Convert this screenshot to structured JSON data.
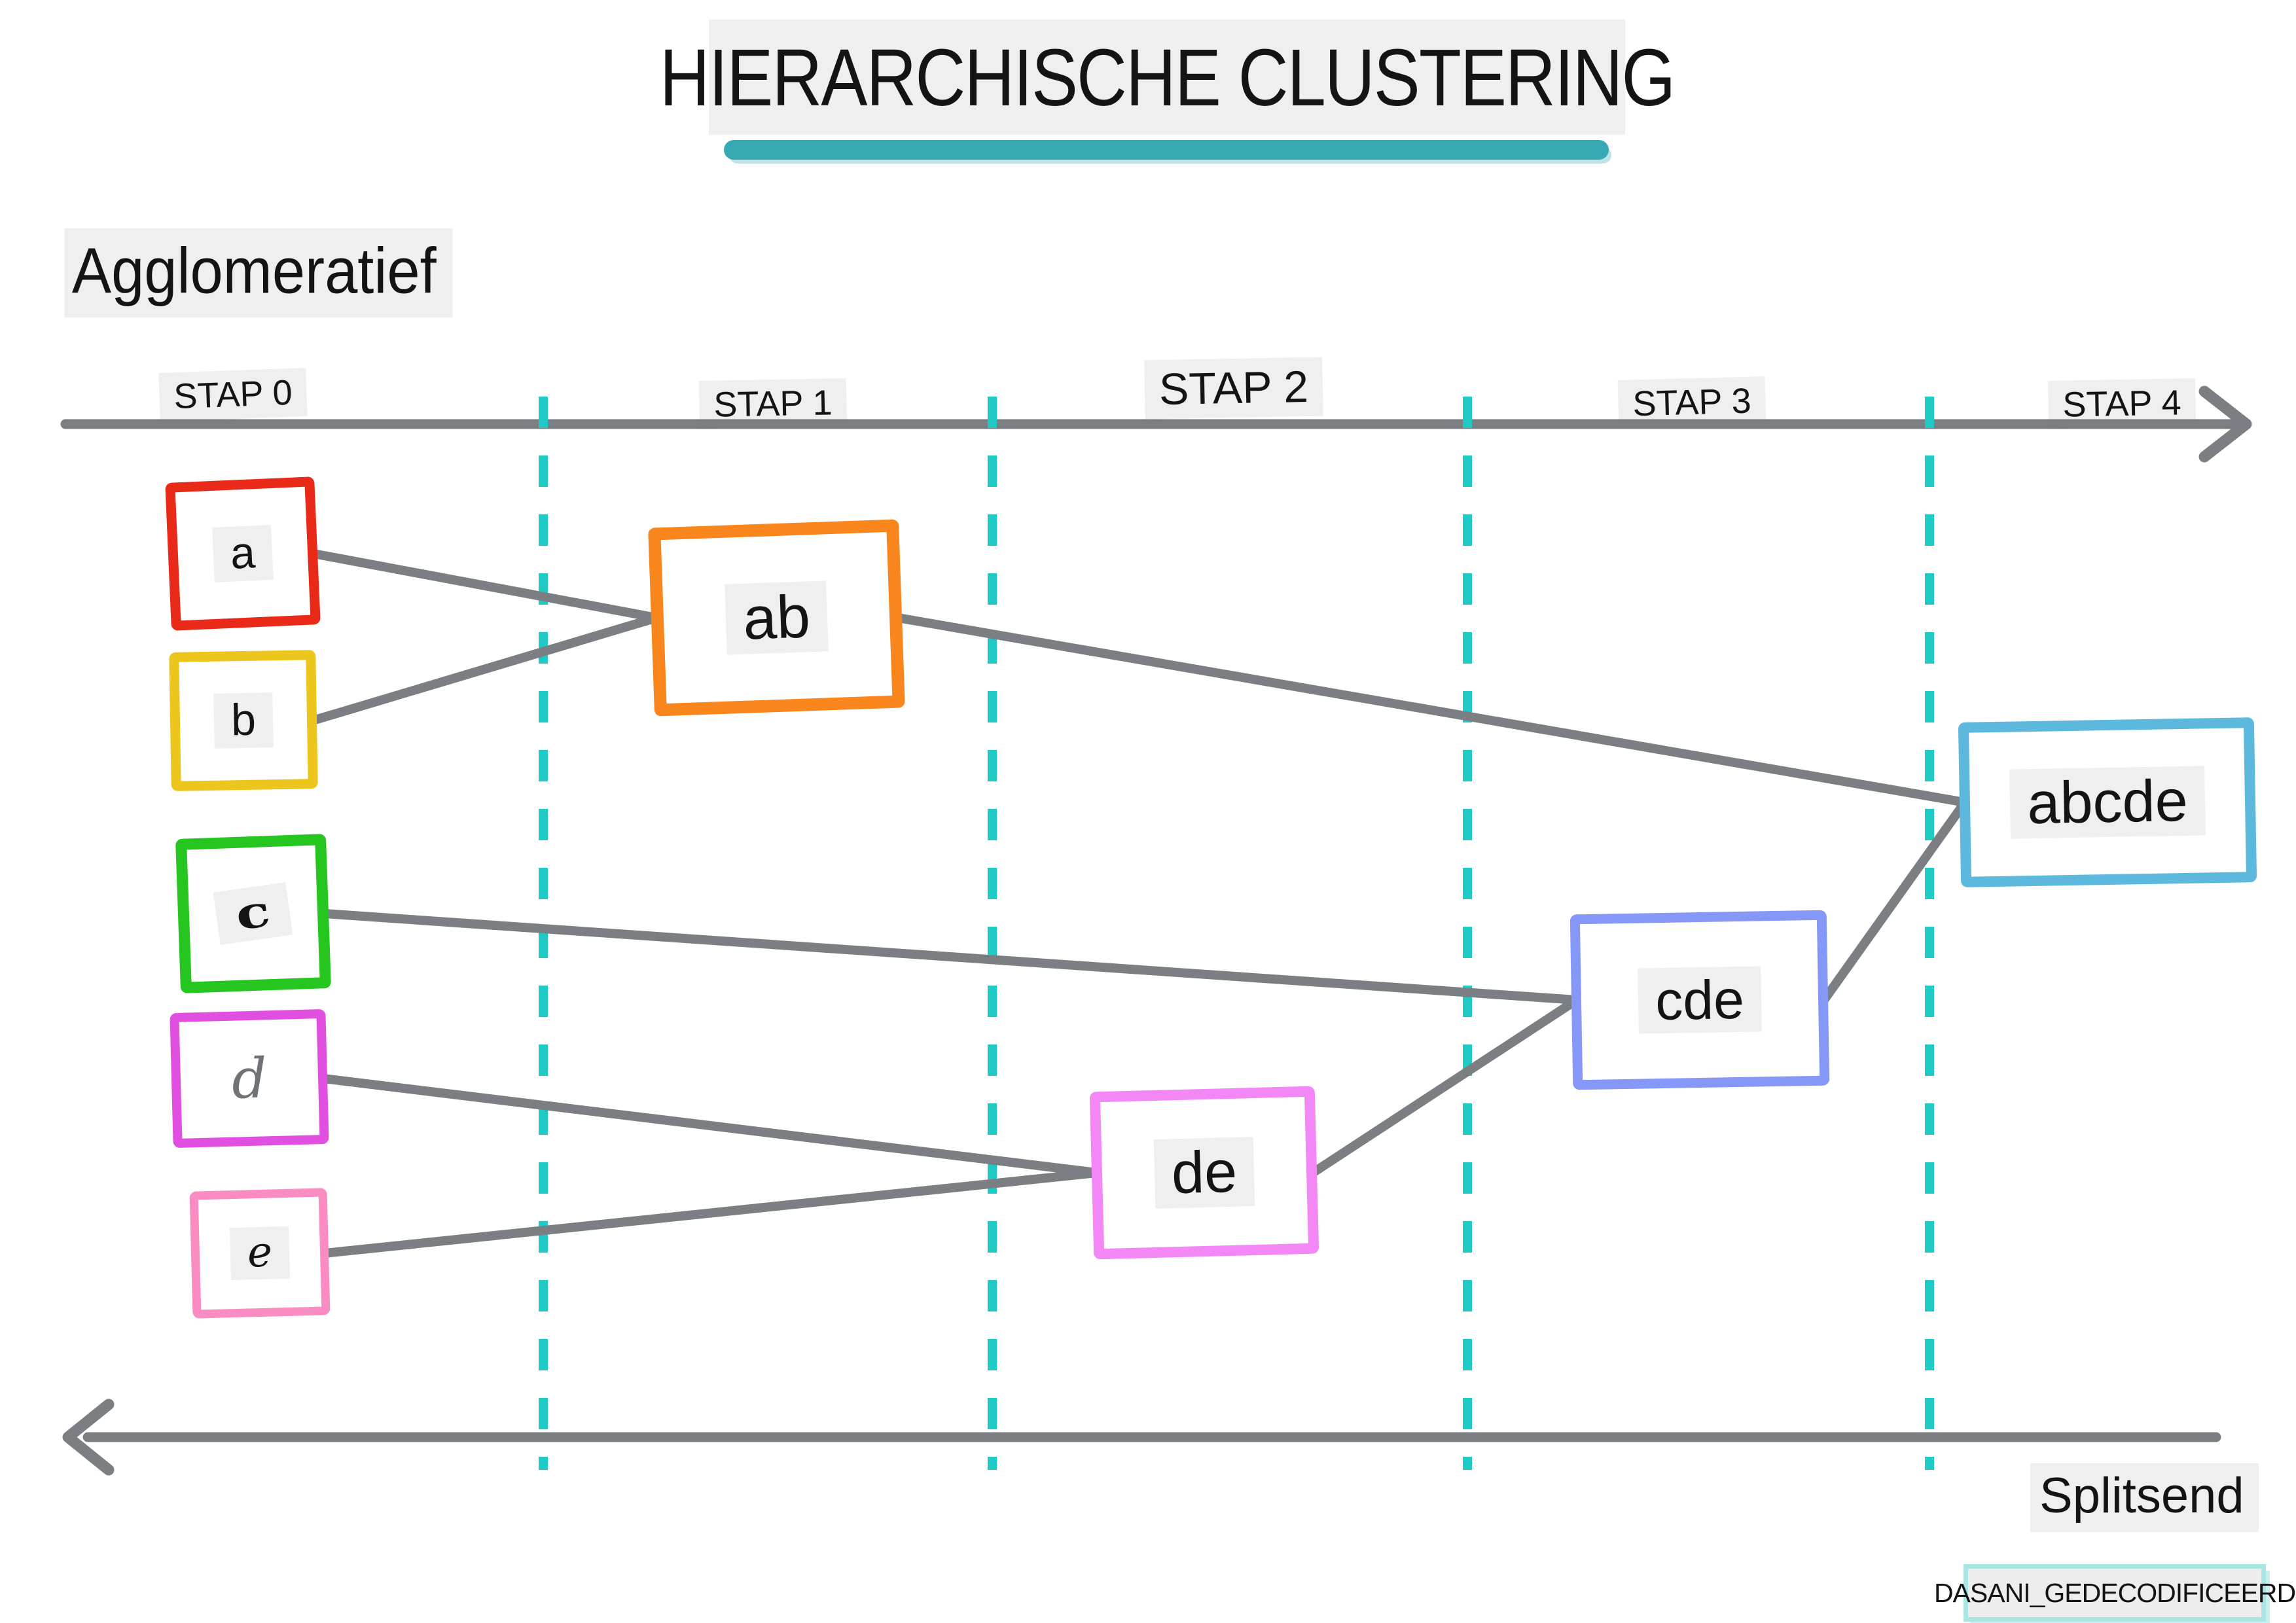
{
  "title": {
    "text": "HIERARCHISCHE CLUSTERING"
  },
  "section_labels": {
    "top_direction": "Agglomeratief",
    "bottom_direction": "Splitsend",
    "watermark": "DASANI_GEDECODIFICEERD"
  },
  "steps": [
    {
      "label": "STAP 0"
    },
    {
      "label": "STAP 1"
    },
    {
      "label": "STAP 2"
    },
    {
      "label": "STAP 3"
    },
    {
      "label": "STAP 4"
    }
  ],
  "nodes": [
    {
      "id": "a",
      "label": "a",
      "color": "#ea2a18"
    },
    {
      "id": "b",
      "label": "b",
      "color": "#ecc51d"
    },
    {
      "id": "c",
      "label": "c",
      "color": "#26c51f"
    },
    {
      "id": "d",
      "label": "d",
      "color": "#e14fe1"
    },
    {
      "id": "e",
      "label": "e",
      "color": "#fb8cc2"
    },
    {
      "id": "ab",
      "label": "ab",
      "color": "#f8861d"
    },
    {
      "id": "de",
      "label": "de",
      "color": "#f287f5"
    },
    {
      "id": "cde",
      "label": "cde",
      "color": "#8598f7"
    },
    {
      "id": "abcde",
      "label": "abcde",
      "color": "#5cb8dd"
    }
  ],
  "diagram": {
    "edges": [
      {
        "from": "a",
        "to": "ab"
      },
      {
        "from": "b",
        "to": "ab"
      },
      {
        "from": "c",
        "to": "cde"
      },
      {
        "from": "d",
        "to": "de"
      },
      {
        "from": "e",
        "to": "de"
      },
      {
        "from": "ab",
        "to": "abcde"
      },
      {
        "from": "de",
        "to": "cde"
      },
      {
        "from": "cde",
        "to": "abcde"
      }
    ]
  },
  "colors": {
    "connector": "#7b7f83",
    "axis": "#7b7f83",
    "step_divider": "#1fc9c4",
    "title_underline": "#36a9b4",
    "label_bg": "#efefef",
    "watermark_border": "#a8e6e3"
  }
}
